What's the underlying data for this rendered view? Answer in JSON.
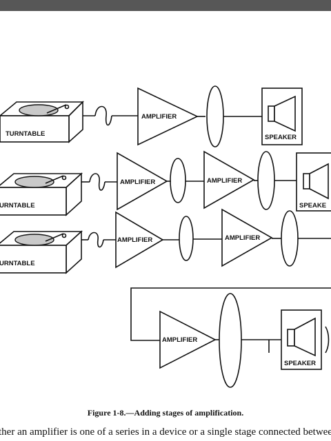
{
  "labels": {
    "turntable_1": "TURNTABLE",
    "turntable_2": "URNTABLE",
    "turntable_3": "URNTABLE",
    "amplifier": "AMPLIFIER",
    "speaker_1": "SPEAKER",
    "speaker_2": "SPEAKE",
    "speaker_3": "SPEAKER"
  },
  "caption": "Figure 1-8.—Adding stages of amplification.",
  "body_text": "ther an amplifier is one of a series in a device or a single stage connected betwee"
}
